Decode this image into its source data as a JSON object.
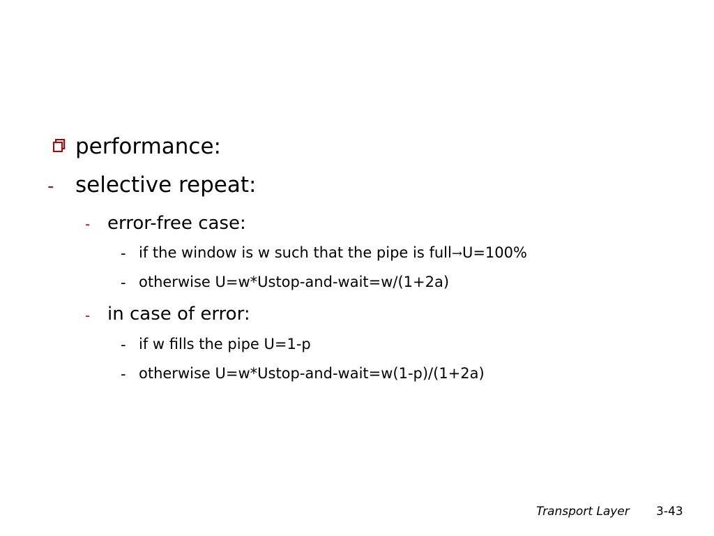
{
  "slide": {
    "items": [
      {
        "text": "performance:"
      },
      {
        "text": "selective repeat:"
      },
      {
        "text": "error-free case:"
      },
      {
        "text": "if the window is w such that the pipe is full"
      },
      {
        "text": "U=100%"
      },
      {
        "text": "otherwise U=w*Ustop-and-wait=w/(1+2a)"
      },
      {
        "text": "in case of error:"
      },
      {
        "text": "if w fills the pipe U=1-p"
      },
      {
        "text": "otherwise U=w*Ustop-and-wait=w(1-p)/(1+2a)"
      }
    ],
    "dash_glyph": "-",
    "arrow_glyph": "→",
    "colors": {
      "bullet": "#b30000",
      "red_dash": "#cc0000",
      "text": "#000000"
    }
  },
  "footer": {
    "label": "Transport Layer",
    "page": "3-43"
  }
}
